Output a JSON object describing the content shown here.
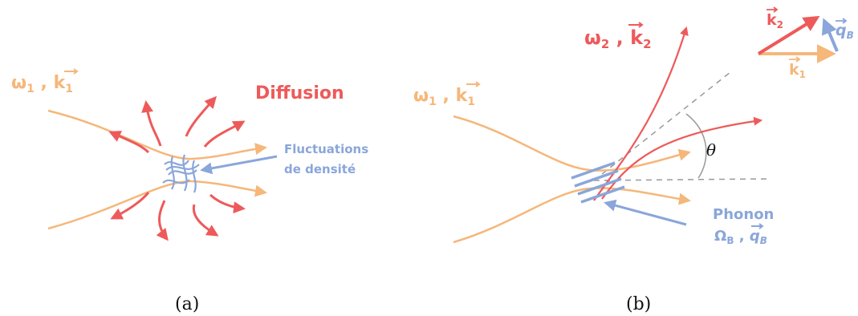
{
  "colors": {
    "orange": "#F5B77A",
    "red": "#EE5A5A",
    "blue": "#8AA6DA",
    "dash": "#999999",
    "black": "#111111"
  },
  "panel_a": {
    "input_omega": "ω",
    "input_omega_sub": "1",
    "input_k": "k",
    "input_k_sub": "1",
    "diffusion_label": "Diffusion",
    "fluct_line1": "Fluctuations",
    "fluct_line2": "de densité",
    "caption": "(a)"
  },
  "panel_b": {
    "input_omega": "ω",
    "input_omega_sub": "1",
    "input_k": "k",
    "input_k_sub": "1",
    "scattered_omega": "ω",
    "scattered_omega_sub": "2",
    "scattered_k": "k",
    "scattered_k_sub": "2",
    "theta": "θ",
    "phonon_label": "Phonon",
    "phonon_omega": "Ω",
    "phonon_omega_sub": "B",
    "phonon_q": "q",
    "phonon_q_sub": "B",
    "vector_k2": "k",
    "vector_k2_sub": "2",
    "vector_qB": "q",
    "vector_qB_sub": "B",
    "vector_k1": "k",
    "vector_k1_sub": "1",
    "caption": "(b)"
  }
}
